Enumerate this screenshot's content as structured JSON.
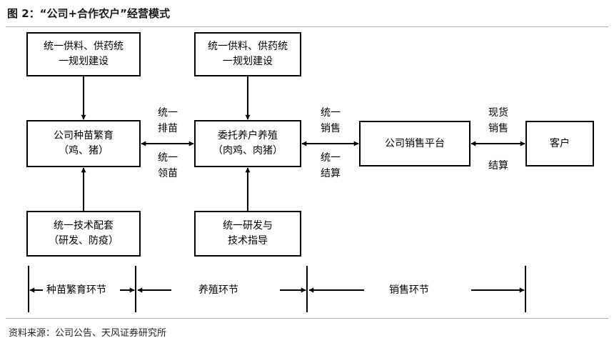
{
  "title": "图 2：“公司+合作农户”经营模式",
  "source": "资料来源：公司公告、天风证券研究所",
  "boxes": {
    "supply_left": "统一供料、供药统\n一规划建设",
    "supply_mid": "统一供料、供药统\n一规划建设",
    "breeding": "公司种苗繁育\n（鸡、猪）",
    "farming": "委托养户养殖\n（肉鸡、肉猪）",
    "sales_platform": "公司销售平台",
    "customer": "客户",
    "tech_support": "统一技术配套\n（研发、防疫）",
    "rd_guidance": "统一研发与\n技术指导"
  },
  "edge_labels": {
    "breed_farm_top": "统一\n排苗",
    "breed_farm_bottom": "统一\n领苗",
    "farm_sales_top": "统一\n销售",
    "farm_sales_bottom": "统一\n结算",
    "sales_cust_top": "现货\n销售",
    "sales_cust_bottom": "结算"
  },
  "stages": {
    "seedling": "种苗繁育环节",
    "farming": "养殖环节",
    "sales": "销售环节"
  }
}
